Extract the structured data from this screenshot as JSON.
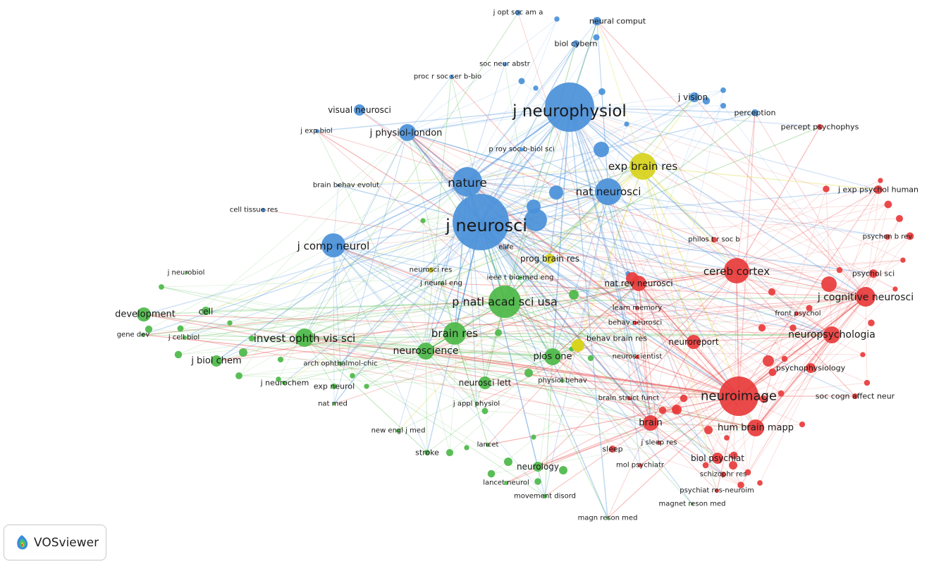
{
  "colors": {
    "blue": "#4a90d9",
    "green": "#4cb848",
    "red": "#e83b3b",
    "yellow": "#d8d31c"
  },
  "badge": {
    "label": "VOSviewer",
    "icon": "vosviewer-logo-icon"
  },
  "nodes": [
    {
      "id": "j_neurophysiol",
      "label": "j neurophysiol",
      "cluster": "blue",
      "weight": 10
    },
    {
      "id": "j_neurosci",
      "label": "j neurosci",
      "cluster": "blue",
      "weight": 10
    },
    {
      "id": "nature",
      "label": "nature",
      "cluster": "blue",
      "weight": 6
    },
    {
      "id": "nat_neurosci",
      "label": "nat neurosci",
      "cluster": "blue",
      "weight": 5
    },
    {
      "id": "j_comp_neurol",
      "label": "j comp neurol",
      "cluster": "blue",
      "weight": 5
    },
    {
      "id": "j_physiol_london",
      "label": "j physiol-london",
      "cluster": "blue",
      "weight": 4
    },
    {
      "id": "visual_neurosci",
      "label": "visual neurosci",
      "cluster": "blue",
      "weight": 3
    },
    {
      "id": "j_vision",
      "label": "j vision",
      "cluster": "blue",
      "weight": 3
    },
    {
      "id": "perception",
      "label": "perception",
      "cluster": "blue",
      "weight": 2
    },
    {
      "id": "j_exp_biol",
      "label": "j exp biol",
      "cluster": "blue",
      "weight": 1
    },
    {
      "id": "brain_behav_evolut",
      "label": "brain behav evolut",
      "cluster": "blue",
      "weight": 1
    },
    {
      "id": "cell_tissue_res",
      "label": "cell tissue res",
      "cluster": "blue",
      "weight": 1
    },
    {
      "id": "p_roy_soc",
      "label": "p roy soc b-biol sci",
      "cluster": "blue",
      "weight": 1
    },
    {
      "id": "proc_r_soc",
      "label": "proc r soc ser b-bio",
      "cluster": "blue",
      "weight": 1
    },
    {
      "id": "soc_neur_abstr",
      "label": "soc neur abstr",
      "cluster": "blue",
      "weight": 1
    },
    {
      "id": "biol_cybern",
      "label": "biol cybern",
      "cluster": "blue",
      "weight": 2
    },
    {
      "id": "neural_comput",
      "label": "neural comput",
      "cluster": "blue",
      "weight": 2
    },
    {
      "id": "j_opt_soc",
      "label": "j opt soc am a",
      "cluster": "blue",
      "weight": 1
    },
    {
      "id": "elife",
      "label": "elife",
      "cluster": "blue",
      "weight": 1
    },
    {
      "id": "exp_brain_res",
      "label": "exp brain res",
      "cluster": "yellow",
      "weight": 6
    },
    {
      "id": "prog_brain_res",
      "label": "prog brain res",
      "cluster": "yellow",
      "weight": 2
    },
    {
      "id": "neurosci_res",
      "label": "neurosci res",
      "cluster": "yellow",
      "weight": 1
    },
    {
      "id": "behav_brain_res",
      "label": "behav brain res",
      "cluster": "yellow",
      "weight": 2
    },
    {
      "id": "pnas",
      "label": "p natl acad sci usa",
      "cluster": "green",
      "weight": 7
    },
    {
      "id": "brain_res",
      "label": "brain res",
      "cluster": "green",
      "weight": 5
    },
    {
      "id": "neuroscience",
      "label": "neuroscience",
      "cluster": "green",
      "weight": 4
    },
    {
      "id": "invest_ophth",
      "label": "invest ophth vis sci",
      "cluster": "green",
      "weight": 4
    },
    {
      "id": "plos_one",
      "label": "plos one",
      "cluster": "green",
      "weight": 4
    },
    {
      "id": "neurosci_lett",
      "label": "neurosci lett",
      "cluster": "green",
      "weight": 3
    },
    {
      "id": "development",
      "label": "development",
      "cluster": "green",
      "weight": 3
    },
    {
      "id": "cell",
      "label": "cell",
      "cluster": "green",
      "weight": 2
    },
    {
      "id": "j_neurobiol",
      "label": "j neurobiol",
      "cluster": "green",
      "weight": 1
    },
    {
      "id": "gene_dev",
      "label": "gene dev",
      "cluster": "green",
      "weight": 1
    },
    {
      "id": "j_cell_biol",
      "label": "j cell biol",
      "cluster": "green",
      "weight": 1
    },
    {
      "id": "j_biol_chem",
      "label": "j biol chem",
      "cluster": "green",
      "weight": 3
    },
    {
      "id": "j_neurochem",
      "label": "j neurochem",
      "cluster": "green",
      "weight": 1
    },
    {
      "id": "exp_neurol",
      "label": "exp neurol",
      "cluster": "green",
      "weight": 1
    },
    {
      "id": "arch_ophthalmol",
      "label": "arch ophthalmol-chic",
      "cluster": "green",
      "weight": 1
    },
    {
      "id": "nat_med",
      "label": "nat med",
      "cluster": "green",
      "weight": 1
    },
    {
      "id": "j_neural_eng",
      "label": "j neural eng",
      "cluster": "green",
      "weight": 1
    },
    {
      "id": "ieee_bio",
      "label": "ieee t bio-med eng",
      "cluster": "green",
      "weight": 1
    },
    {
      "id": "j_appl_physiol",
      "label": "j appl physiol",
      "cluster": "green",
      "weight": 1
    },
    {
      "id": "new_engl",
      "label": "new engl j med",
      "cluster": "green",
      "weight": 1
    },
    {
      "id": "lancet",
      "label": "lancet",
      "cluster": "green",
      "weight": 1
    },
    {
      "id": "stroke",
      "label": "stroke",
      "cluster": "green",
      "weight": 1
    },
    {
      "id": "neurology",
      "label": "neurology",
      "cluster": "green",
      "weight": 3
    },
    {
      "id": "lancet_neurol",
      "label": "lancet neurol",
      "cluster": "green",
      "weight": 1
    },
    {
      "id": "movement_disord",
      "label": "movement disord",
      "cluster": "green",
      "weight": 1
    },
    {
      "id": "physiol_behav",
      "label": "physiol behav",
      "cluster": "green",
      "weight": 1
    },
    {
      "id": "magnet_reson",
      "label": "magnet reson med",
      "cluster": "green",
      "weight": 1
    },
    {
      "id": "magn_reson",
      "label": "magn reson med",
      "cluster": "green",
      "weight": 1
    },
    {
      "id": "neuroimage",
      "label": "neuroimage",
      "cluster": "red",
      "weight": 9
    },
    {
      "id": "cereb_cortex",
      "label": "cereb cortex",
      "cluster": "red",
      "weight": 5
    },
    {
      "id": "j_cognitive",
      "label": "j cognitive neurosci",
      "cluster": "red",
      "weight": 5
    },
    {
      "id": "neuropsychologia",
      "label": "neuropsychologia",
      "cluster": "red",
      "weight": 4
    },
    {
      "id": "hum_brain_mapp",
      "label": "hum brain mapp",
      "cluster": "red",
      "weight": 4
    },
    {
      "id": "brain",
      "label": "brain",
      "cluster": "red",
      "weight": 4
    },
    {
      "id": "nat_rev_neurosci",
      "label": "nat rev neurosci",
      "cluster": "red",
      "weight": 4
    },
    {
      "id": "neuroreport",
      "label": "neuroreport",
      "cluster": "red",
      "weight": 3
    },
    {
      "id": "biol_psychiat",
      "label": "biol psychiat",
      "cluster": "red",
      "weight": 3
    },
    {
      "id": "percept_psychophys",
      "label": "percept psychophys",
      "cluster": "red",
      "weight": 2
    },
    {
      "id": "j_exp_psychol",
      "label": "j exp psychol human",
      "cluster": "red",
      "weight": 2
    },
    {
      "id": "psychon_b_rev",
      "label": "psychon b rev",
      "cluster": "red",
      "weight": 1
    },
    {
      "id": "philos_t",
      "label": "philos t r soc b",
      "cluster": "red",
      "weight": 1
    },
    {
      "id": "psychol_sci",
      "label": "psychol sci",
      "cluster": "red",
      "weight": 2
    },
    {
      "id": "front_psychol",
      "label": "front psychol",
      "cluster": "red",
      "weight": 1
    },
    {
      "id": "learn_memory",
      "label": "learn memory",
      "cluster": "red",
      "weight": 1
    },
    {
      "id": "behav_neurosci",
      "label": "behav neurosci",
      "cluster": "red",
      "weight": 1
    },
    {
      "id": "neuroscientist",
      "label": "neuroscientist",
      "cluster": "red",
      "weight": 1
    },
    {
      "id": "psychophysiology",
      "label": "psychophysiology",
      "cluster": "red",
      "weight": 2
    },
    {
      "id": "soc_cogn",
      "label": "soc cogn affect neur",
      "cluster": "red",
      "weight": 1
    },
    {
      "id": "brain_struct",
      "label": "brain struct funct",
      "cluster": "red",
      "weight": 1
    },
    {
      "id": "sleep",
      "label": "sleep",
      "cluster": "red",
      "weight": 2
    },
    {
      "id": "j_sleep_res",
      "label": "j sleep res",
      "cluster": "red",
      "weight": 1
    },
    {
      "id": "mol_psychiatr",
      "label": "mol psychiatr",
      "cluster": "red",
      "weight": 1
    },
    {
      "id": "schizophr_res",
      "label": "schizophr res",
      "cluster": "red",
      "weight": 1
    },
    {
      "id": "psychiat_res",
      "label": "psychiat res-neuroim",
      "cluster": "red",
      "weight": 1
    }
  ]
}
